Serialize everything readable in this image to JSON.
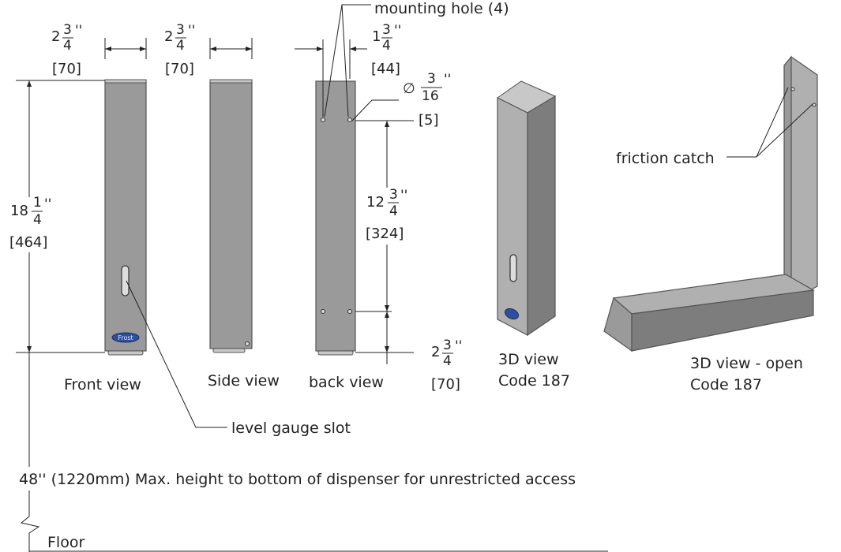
{
  "labels": {
    "mounting_hole": "mounting hole (4)",
    "front_view": "Front view",
    "side_view": "Side view",
    "back_view": "back view",
    "view_3d": "3D view",
    "code_3d": "Code 187",
    "view_3d_open": "3D view - open",
    "code_3d_open": "Code 187",
    "friction_catch": "friction catch",
    "level_gauge_slot": "level gauge slot",
    "max_height_note": "48'' (1220mm) Max. height to bottom of dispenser for unrestricted access",
    "floor": "Floor",
    "logo": "Frost"
  },
  "dimensions": {
    "front_width": {
      "whole": "2",
      "num": "3",
      "den": "4",
      "unit": "''",
      "mm": "[70]"
    },
    "side_width": {
      "whole": "2",
      "num": "3",
      "den": "4",
      "unit": "''",
      "mm": "[70]"
    },
    "back_hole_spacing": {
      "whole": "1",
      "num": "3",
      "den": "4",
      "unit": "''",
      "mm": "[44]"
    },
    "hole_diameter": {
      "symbol": "∅",
      "num": "3",
      "den": "16",
      "unit": "''",
      "mm": "[5]"
    },
    "total_height": {
      "whole": "18",
      "num": "1",
      "den": "4",
      "unit": "''",
      "mm": "[464]"
    },
    "hole_vertical_spacing": {
      "whole": "12",
      "num": "3",
      "den": "4",
      "unit": "''",
      "mm": "[324]"
    },
    "bottom_hole_offset": {
      "whole": "2",
      "num": "3",
      "den": "4",
      "unit": "''",
      "mm": "[70]"
    }
  }
}
